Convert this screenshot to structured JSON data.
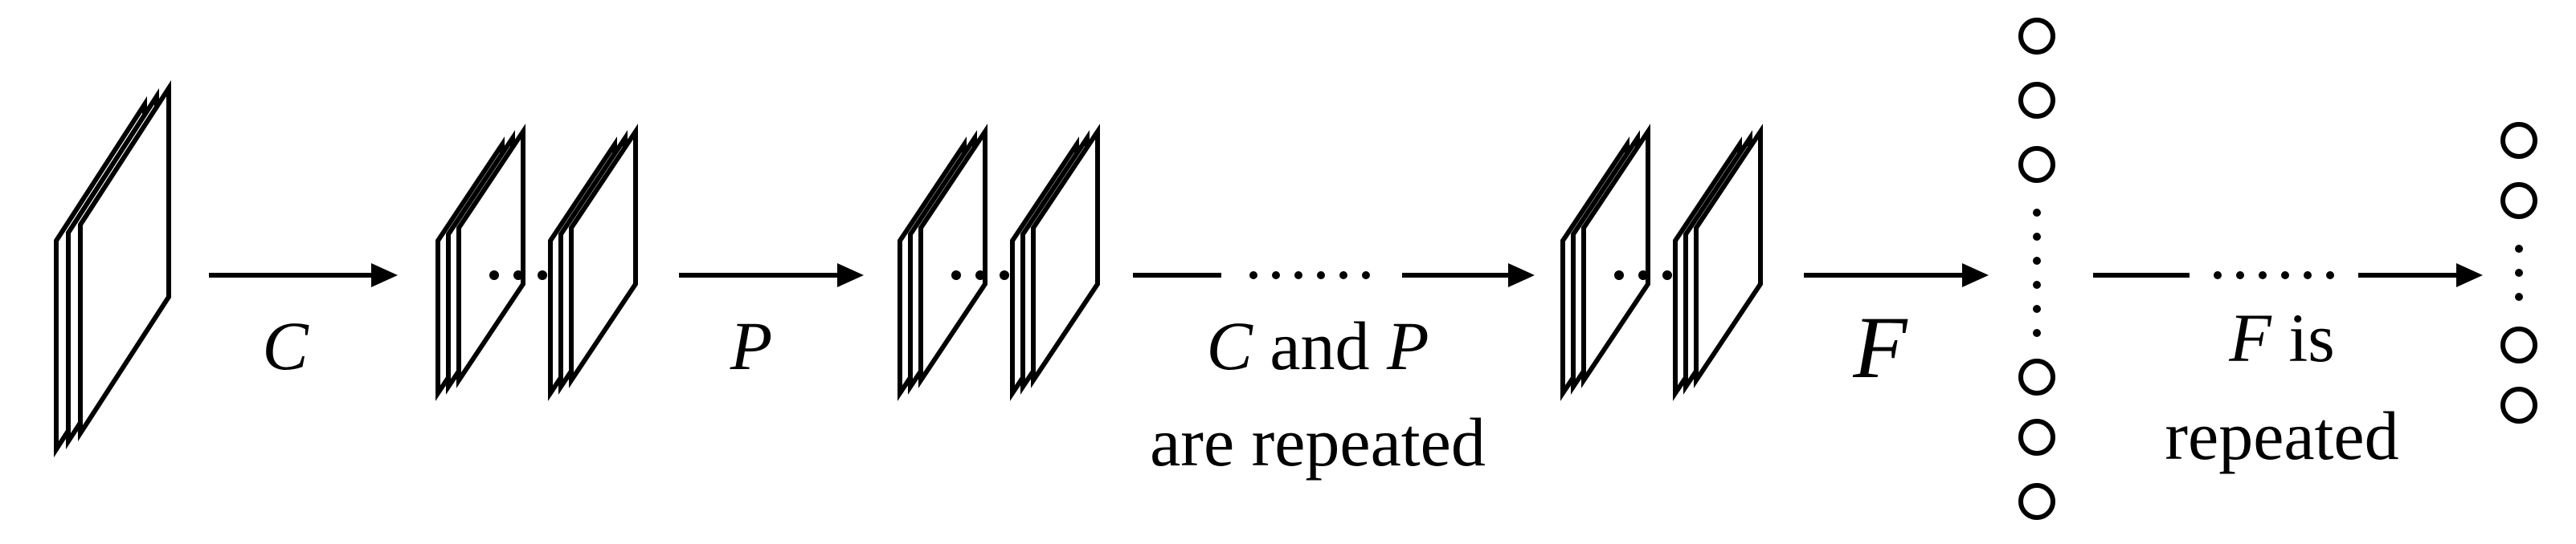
{
  "diagram": {
    "labels": {
      "conv": "C",
      "pool": "P",
      "repeat_conv": "C",
      "repeat_and": " and ",
      "repeat_pool": "P",
      "repeat_line2": "are repeated",
      "fc": "F",
      "fc_repeat_f": "F",
      "fc_repeat_is": " is",
      "fc_repeat_line2": "repeated"
    },
    "ellipsis": "…"
  }
}
